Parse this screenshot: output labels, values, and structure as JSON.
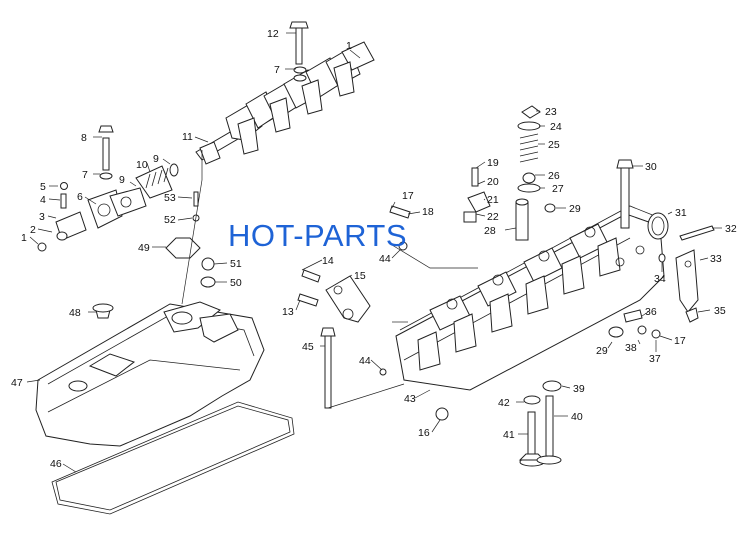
{
  "diagram": {
    "watermark": "HOT-PARTS",
    "callouts": [
      "1",
      "2",
      "3",
      "4",
      "5",
      "6",
      "7",
      "8",
      "9",
      "10",
      "11",
      "12",
      "13",
      "14",
      "15",
      "16",
      "17",
      "18",
      "19",
      "20",
      "21",
      "22",
      "23",
      "24",
      "25",
      "26",
      "27",
      "28",
      "29",
      "30",
      "31",
      "32",
      "33",
      "34",
      "35",
      "36",
      "37",
      "38",
      "39",
      "40",
      "41",
      "42",
      "43",
      "44",
      "45",
      "46",
      "47",
      "48",
      "49",
      "50",
      "51",
      "52",
      "53"
    ]
  }
}
